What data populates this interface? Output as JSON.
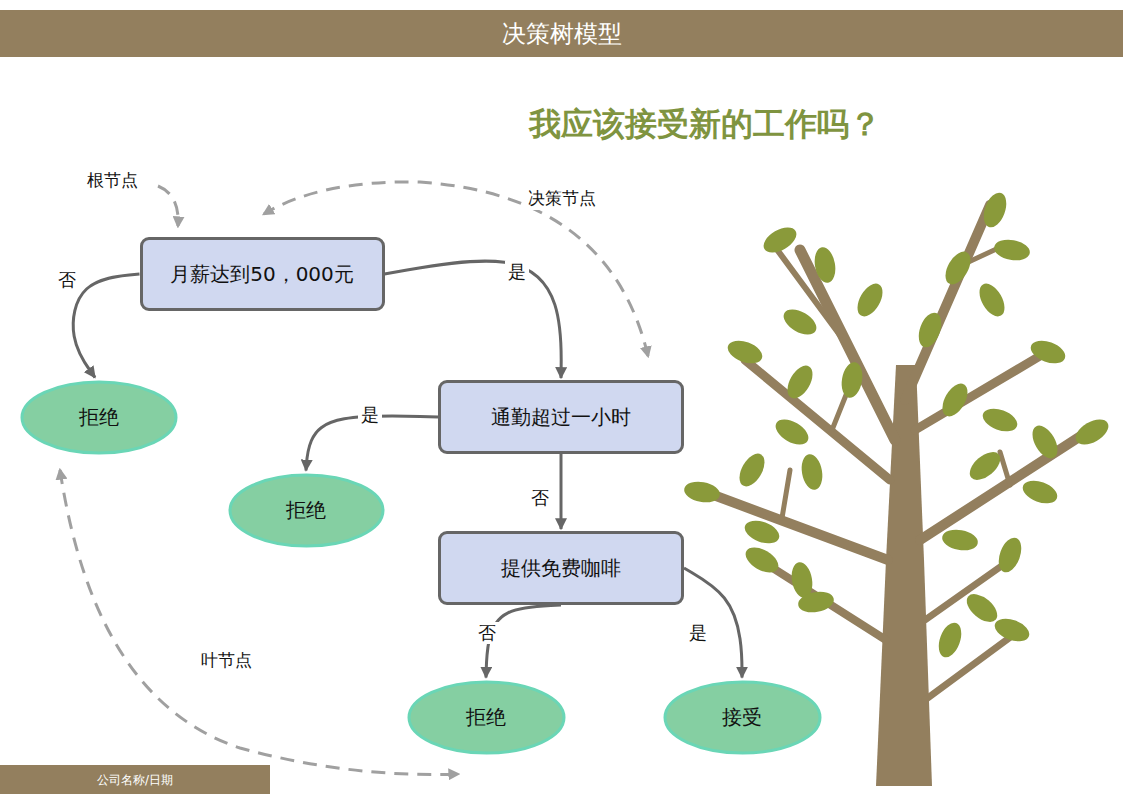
{
  "diagram": {
    "title": "决策树模型",
    "nodes": [
      {
        "text": [
          "月薪达到50，000元"
        ]
      },
      {
        "text": [
          "拒绝"
        ]
      },
      {
        "text": [
          "通勤超过一小时"
        ]
      },
      {
        "text": [
          "拒绝"
        ]
      },
      {
        "text": [
          "提供免费咖啡"
        ]
      },
      {
        "text": [
          "拒绝"
        ]
      },
      {
        "text": [
          "接受"
        ]
      }
    ],
    "edges": [
      {
        "from": 0,
        "to": 1,
        "label": "否",
        "arrow": "to"
      },
      {
        "from": 0,
        "to": 2,
        "label": "是",
        "arrow": "to"
      },
      {
        "from": 2,
        "to": 3,
        "label": "是",
        "arrow": "to"
      },
      {
        "from": 2,
        "to": 4,
        "label": "否",
        "arrow": "to"
      },
      {
        "from": 4,
        "to": 5,
        "label": "否",
        "arrow": "to"
      },
      {
        "from": 4,
        "to": 6,
        "label": "是",
        "arrow": "to"
      }
    ],
    "labels": [
      "我应该接受新的工作吗？",
      "根节点",
      "决策节点",
      "叶节点",
      "公司名称/日期"
    ]
  }
}
